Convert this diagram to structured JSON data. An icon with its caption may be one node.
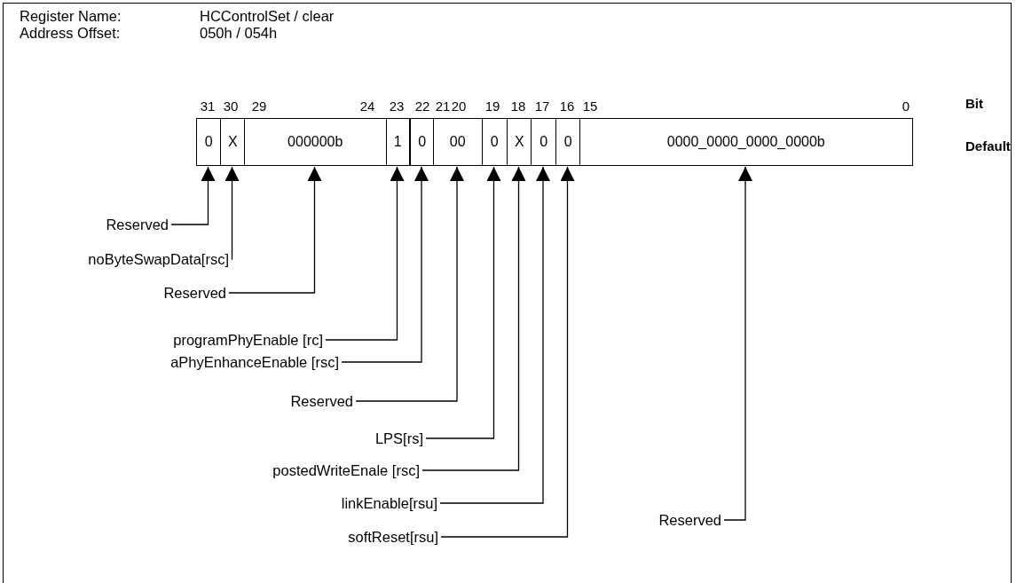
{
  "diagram": {
    "nodes": [
      {
        "text": [
          "0"
        ]
      },
      {
        "text": [
          "X"
        ]
      },
      {
        "text": [
          "000000b"
        ]
      },
      {
        "text": [
          "1"
        ]
      },
      {
        "text": [
          "0"
        ]
      },
      {
        "text": [
          "00"
        ]
      },
      {
        "text": [
          "0"
        ]
      },
      {
        "text": [
          "X"
        ]
      },
      {
        "text": [
          "0"
        ]
      },
      {
        "text": [
          "0"
        ]
      },
      {
        "text": [
          "0000_0000_0000_0000b"
        ]
      },
      {
        "text": [
          "Reserved"
        ]
      },
      {
        "text": [
          "noByteSwapData[rsc]"
        ]
      },
      {
        "text": [
          "Reserved"
        ]
      },
      {
        "text": [
          "programPhyEnable [rc]"
        ]
      },
      {
        "text": [
          "aPhyEnhanceEnable [rsc]"
        ]
      },
      {
        "text": [
          "Reserved"
        ]
      },
      {
        "text": [
          "LPS[rs]"
        ]
      },
      {
        "text": [
          "postedWriteEnale [rsc]"
        ]
      },
      {
        "text": [
          "linkEnable[rsu]"
        ]
      },
      {
        "text": [
          "softReset[rsu]"
        ]
      },
      {
        "text": [
          "Reserved"
        ]
      }
    ],
    "edges": [
      {
        "from": 11,
        "to": 0,
        "arrow": "to"
      },
      {
        "from": 12,
        "to": 1,
        "arrow": "to"
      },
      {
        "from": 13,
        "to": 2,
        "arrow": "to"
      },
      {
        "from": 14,
        "to": 3,
        "arrow": "to"
      },
      {
        "from": 15,
        "to": 4,
        "arrow": "to"
      },
      {
        "from": 16,
        "to": 5,
        "arrow": "to"
      },
      {
        "from": 17,
        "to": 6,
        "arrow": "to"
      },
      {
        "from": 18,
        "to": 7,
        "arrow": "to"
      },
      {
        "from": 19,
        "to": 8,
        "arrow": "to"
      },
      {
        "from": 20,
        "to": 9,
        "arrow": "to"
      },
      {
        "from": 21,
        "to": 10,
        "arrow": "to"
      }
    ],
    "labels": [
      "Register Name:",
      "HCControlSet / clear",
      "Address Offset:",
      "050h / 054h",
      "31",
      "30",
      "29",
      "24",
      "23",
      "22",
      "21",
      "20",
      "19",
      "18",
      "17",
      "16",
      "15",
      "0",
      "Bit",
      "Default"
    ]
  }
}
